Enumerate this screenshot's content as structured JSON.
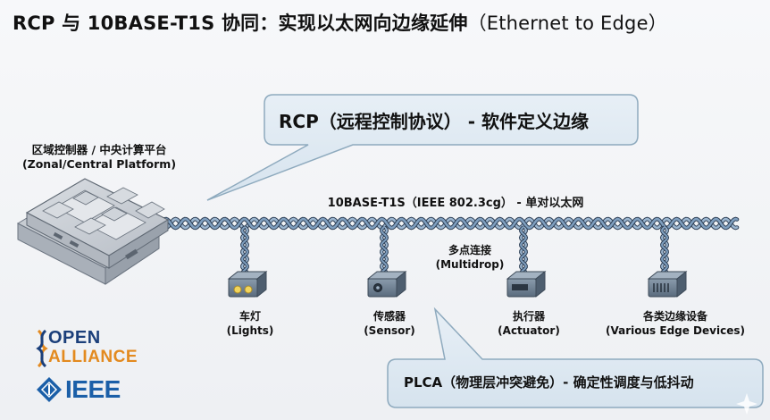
{
  "title": {
    "main": "RCP 与 10BASE-T1S 协同：实现以太网向边缘延伸",
    "english": "（Ethernet to Edge）"
  },
  "bubble_rcp": "RCP（远程控制协议） - 软件定义边缘",
  "bubble_plca": "PLCA（物理层冲突避免）- 确定性调度与低抖动",
  "platform": {
    "zh": "区域控制器 / 中央计算平台",
    "en": "(Zonal/Central Platform)"
  },
  "bus": {
    "label": "10BASE-T1S（IEEE 802.3cg） - 单对以太网"
  },
  "multidrop": {
    "zh": "多点连接",
    "en": "(Multidrop)"
  },
  "devices": [
    {
      "zh": "车灯",
      "en": "(Lights)",
      "icon": "lights-icon"
    },
    {
      "zh": "传感器",
      "en": "(Sensor)",
      "icon": "sensor-icon"
    },
    {
      "zh": "执行器",
      "en": "(Actuator)",
      "icon": "actuator-icon"
    },
    {
      "zh": "各类边缘设备",
      "en": "(Various Edge Devices)",
      "icon": "edge-device-icon"
    }
  ],
  "logos": {
    "open_alliance_line1": "OPEN",
    "open_alliance_line2": "ALLIANCE",
    "ieee": "IEEE"
  },
  "colors": {
    "bubble_fill": "#dfeaf3",
    "bubble_stroke": "#8eaabe",
    "cable_blue": "#7d9fc0",
    "cable_dark": "#2e3f55",
    "device_body": "#6f8193",
    "open_blue": "#1b3f7a",
    "alliance_orange": "#e38a1f",
    "ieee_blue": "#1b5fa8"
  }
}
